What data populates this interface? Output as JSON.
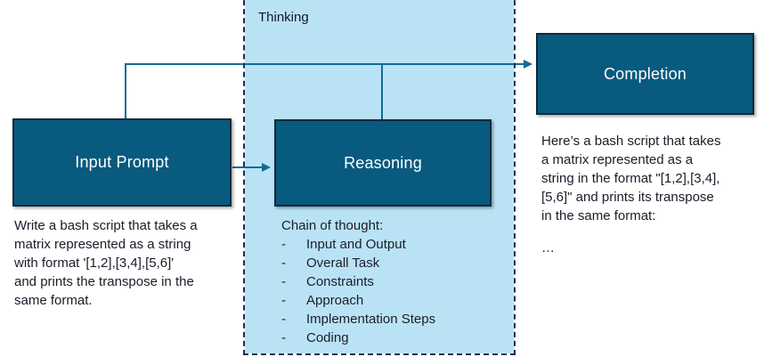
{
  "thinking_label": "Thinking",
  "input_prompt": {
    "title": "Input Prompt",
    "body_lines": [
      "Write a bash script that takes a",
      "matrix represented as a string",
      "with format '[1,2],[3,4],[5,6]'",
      "and prints the transpose in the",
      "same format."
    ]
  },
  "reasoning": {
    "title": "Reasoning",
    "list_title": "Chain of thought:",
    "bullet": "-",
    "items": [
      "Input and Output",
      "Overall Task",
      "Constraints",
      "Approach",
      "Implementation Steps",
      "Coding"
    ]
  },
  "completion": {
    "title": "Completion",
    "body_lines": [
      "Here’s a bash script that takes",
      "a matrix represented as a",
      "string in the format \"[1,2],[3,4],",
      "[5,6]\" and prints its transpose",
      "in the same format:"
    ],
    "ellipsis": "…"
  },
  "colors": {
    "box_fill": "#085A7E",
    "box_border": "#0D2B3D",
    "box_text": "#FFFFFF",
    "panel_fill": "#B9E3F4",
    "panel_dash": "#1A3152",
    "arrow": "#156A94",
    "body_text": "#1C1C2A"
  }
}
